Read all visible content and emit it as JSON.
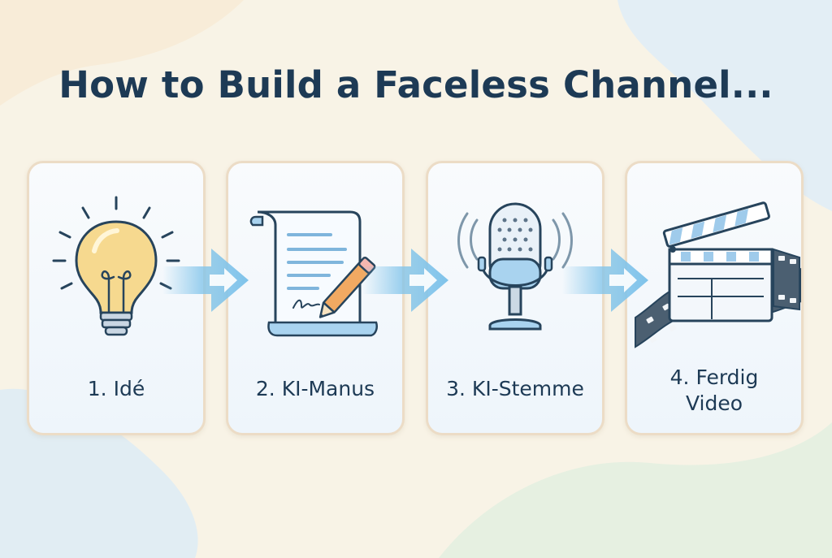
{
  "title": "How to Build a Faceless Channel...",
  "steps": [
    {
      "label": "1. Idé",
      "icon": "lightbulb-icon"
    },
    {
      "label": "2. KI-Manus",
      "icon": "script-pencil-icon"
    },
    {
      "label": "3. KI-Stemme",
      "icon": "microphone-icon"
    },
    {
      "label_line1": "4. Ferdig",
      "label_line2": "Video",
      "icon": "clapperboard-film-icon"
    }
  ],
  "colors": {
    "title": "#1d3a55",
    "arrow": "#7fc3ea",
    "card_border": "#ecdcc6",
    "icon_outline": "#27445c",
    "bulb_fill": "#f6d98f",
    "accent_blue": "#a9d3ef"
  }
}
